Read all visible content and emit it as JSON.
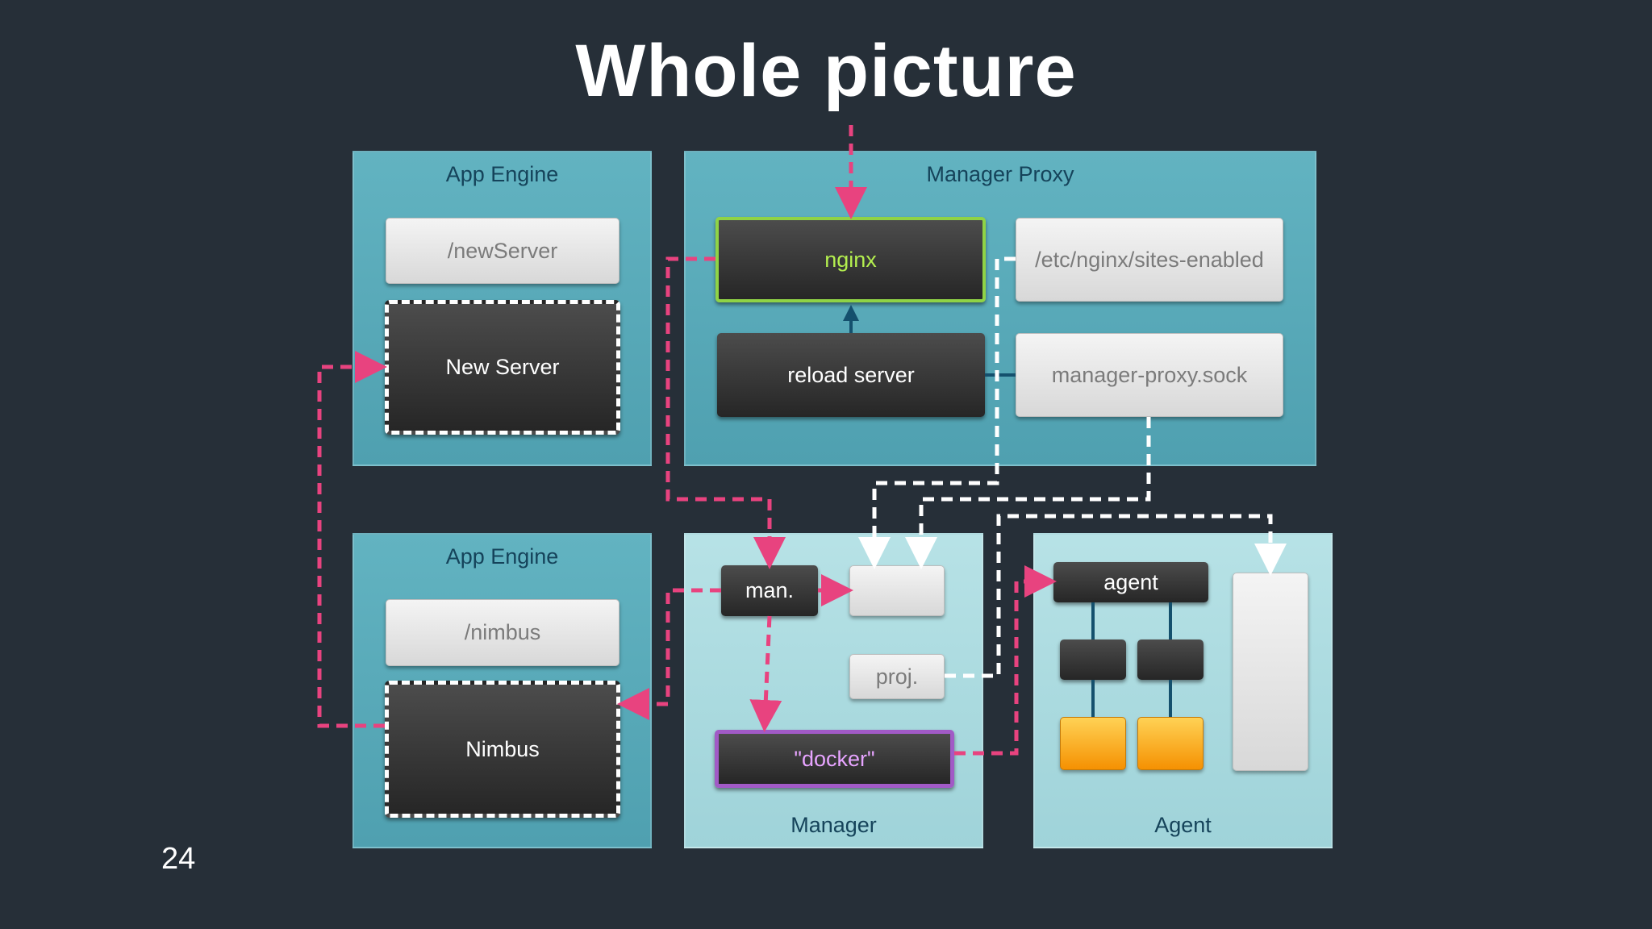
{
  "slide": {
    "title": "Whole picture",
    "page_number": "24"
  },
  "panels": {
    "app_engine_top": "App Engine",
    "manager_proxy": "Manager Proxy",
    "app_engine_bottom": "App Engine",
    "manager": "Manager",
    "agent": "Agent"
  },
  "boxes": {
    "new_server_endpoint": "/newServer",
    "new_server": "New Server",
    "nginx": "nginx",
    "sites_enabled": "/etc/nginx/sites-enabled",
    "reload_server": "reload server",
    "proxy_sock": "manager-proxy.sock",
    "nimbus_endpoint": "/nimbus",
    "nimbus": "Nimbus",
    "man": "man.",
    "proj": "proj.",
    "docker": "\"docker\"",
    "agent": "agent"
  },
  "colors": {
    "background": "#262f38",
    "pink_connector": "#e8437f",
    "white_connector": "#ffffff",
    "nginx_border": "#8fd346",
    "docker_border": "#a15ac6",
    "container_orange": "#f59102"
  }
}
